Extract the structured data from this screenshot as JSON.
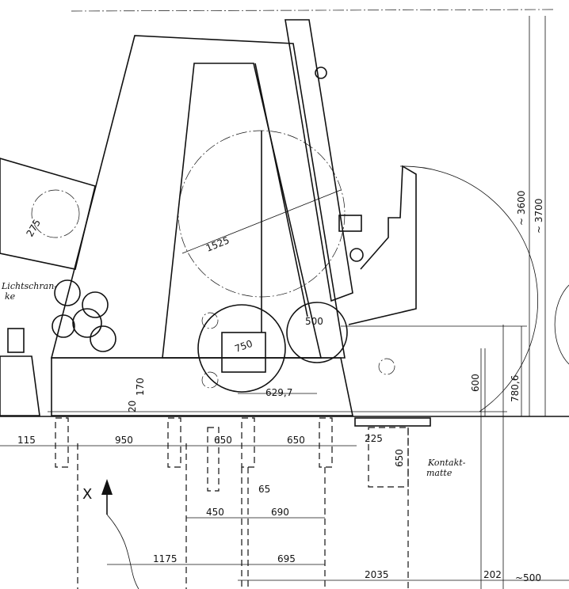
{
  "drawing": {
    "dimensions": {
      "h3600": "~ 3600",
      "h3700": "~ 3700",
      "drum_dia": "1525",
      "roll_left": "275",
      "roll_500": "500",
      "roll_750": "750",
      "h780": "780,6",
      "h600": "600",
      "h170": "170",
      "h20": "20",
      "d629": "629,7",
      "d115": "115",
      "d950": "950",
      "d650a": "650",
      "d650b": "650",
      "d225": "225",
      "d650c": "650",
      "d65": "65",
      "d450": "450",
      "d690": "690",
      "d1175": "1175",
      "d695": "695",
      "d2035": "2035",
      "d202": "202",
      "d500": "~500"
    },
    "labels": {
      "light_barrier": "Lichtschran-",
      "light_barrier_2": "ke",
      "contact_mat": "Kontakt-",
      "contact_mat_2": "matte",
      "axis": "X"
    }
  }
}
